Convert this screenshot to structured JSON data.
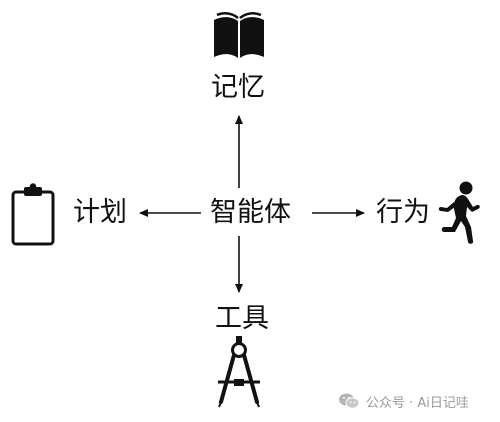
{
  "diagram": {
    "center": {
      "label": "智能体"
    },
    "top": {
      "label": "记忆",
      "icon": "book-icon"
    },
    "left": {
      "label": "计划",
      "icon": "clipboard-icon"
    },
    "right": {
      "label": "行为",
      "icon": "running-person-icon"
    },
    "bottom": {
      "label": "工具",
      "icon": "compass-icon"
    }
  },
  "watermark": {
    "text": "公众号 · Ai日记哇",
    "icon": "wechat-icon",
    "color": "#9a9a9a"
  },
  "colors": {
    "ink": "#111111",
    "background": "#ffffff"
  }
}
